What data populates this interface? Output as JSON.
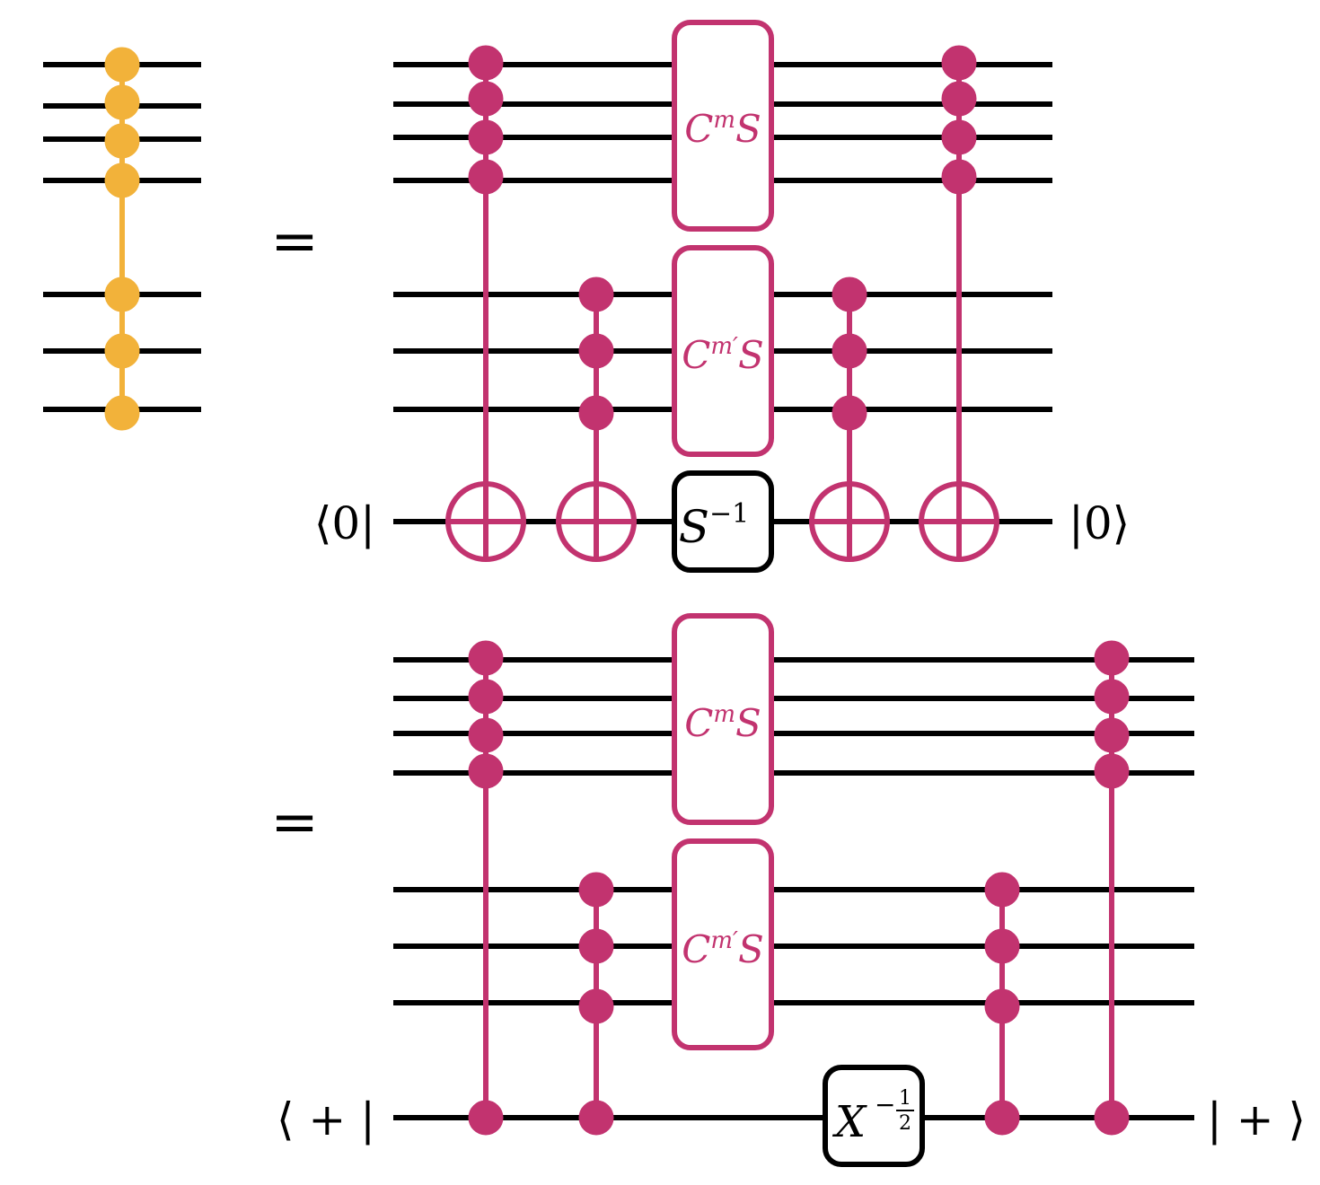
{
  "equals_sign": "=",
  "row1": {
    "ket_in": "⟨0|",
    "ket_out": "|0⟩",
    "gate_top": {
      "base": "C",
      "sup": "m",
      "tail": "S"
    },
    "gate_mid": {
      "base": "C",
      "sup": "m′",
      "tail": "S"
    },
    "gate_anc": {
      "base": "S",
      "sup": "−1"
    }
  },
  "row2": {
    "ket_in": "⟨ + |",
    "ket_out": "| + ⟩",
    "gate_top": {
      "base": "C",
      "sup": "m",
      "tail": "S"
    },
    "gate_mid": {
      "base": "C",
      "sup": "m′",
      "tail": "S"
    },
    "gate_anc": {
      "base": "X",
      "sup_sign": "−",
      "sup_num": "1",
      "sup_den": "2"
    }
  },
  "colors": {
    "wire": "#000000",
    "control": "#c2336f",
    "lhs_control": "#f2b23a"
  }
}
